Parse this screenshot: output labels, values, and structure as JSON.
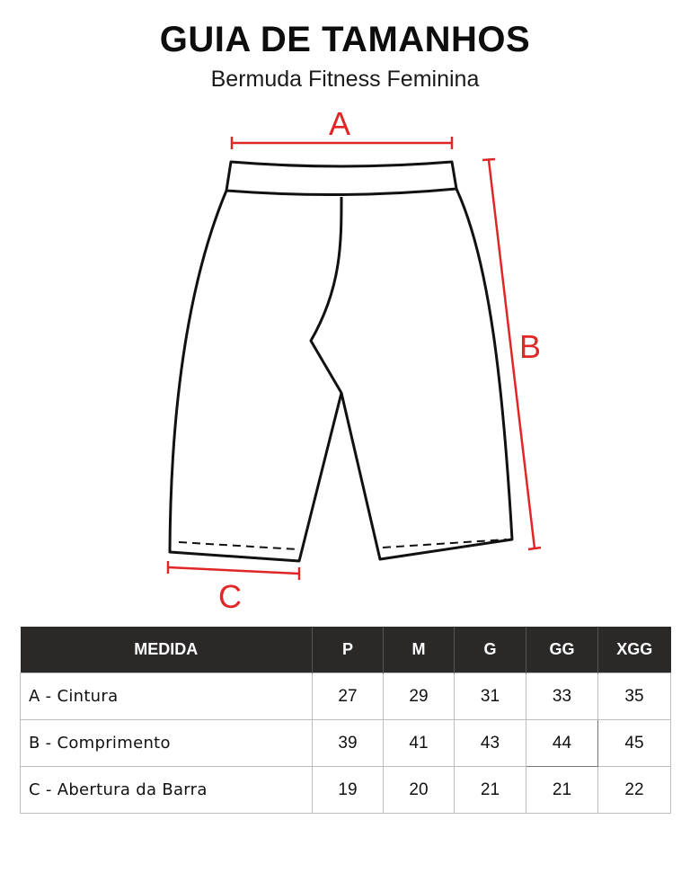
{
  "header": {
    "title": "GUIA DE TAMANHOS",
    "subtitle": "Bermuda Fitness Feminina"
  },
  "diagram": {
    "label_a": "A",
    "label_b": "B",
    "label_c": "C",
    "measure_color": "#e02626"
  },
  "table": {
    "columns": [
      "MEDIDA",
      "P",
      "M",
      "G",
      "GG",
      "XGG"
    ],
    "rows": [
      {
        "label": "A - Cintura",
        "values": [
          "27",
          "29",
          "31",
          "33",
          "35"
        ]
      },
      {
        "label": "B - Comprimento",
        "values": [
          "39",
          "41",
          "43",
          "44",
          "45"
        ]
      },
      {
        "label": "C - Abertura da Barra",
        "values": [
          "19",
          "20",
          "21",
          "21",
          "22"
        ]
      }
    ],
    "header_color": "#2b2828"
  }
}
